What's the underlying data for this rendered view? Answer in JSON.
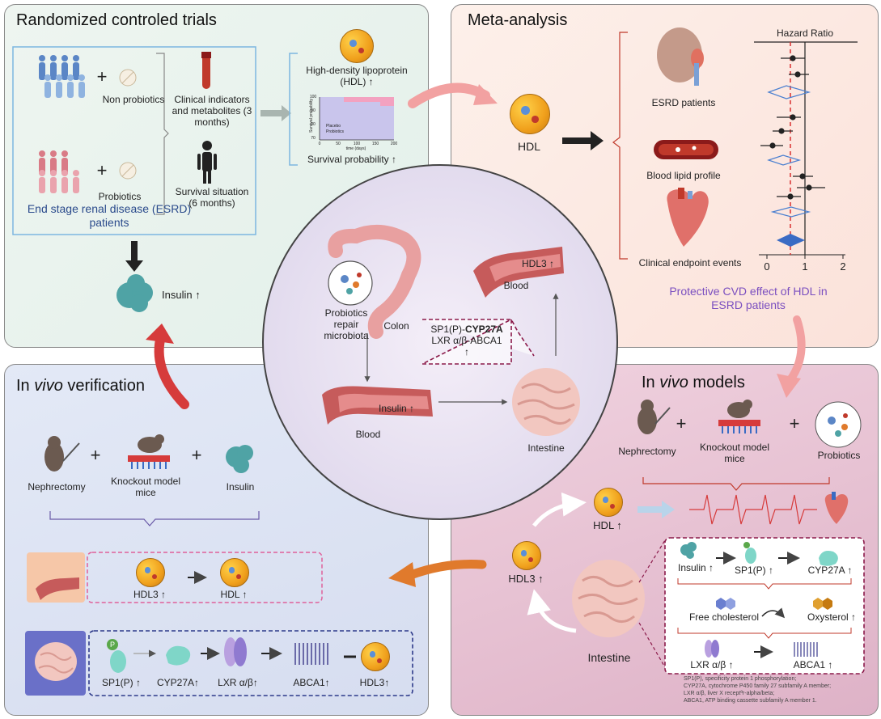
{
  "panels": {
    "rct_title": "Randomized controled trials",
    "meta_title": "Meta-analysis",
    "verification_title_pre": "In ",
    "verification_title_em": "vivo",
    "verification_title_post": " verification",
    "models_title_pre": "In ",
    "models_title_em": "vivo",
    "models_title_post": " models"
  },
  "rct": {
    "plus": "+",
    "non_probiotics": "Non probiotics",
    "probiotics": "Probiotics",
    "esrd_patients": "End stage renal disease (ESRD) patients",
    "clinical_indicators": "Clinical indicators and metabolites (3 months)",
    "survival_situation": "Survival situation (6 months)",
    "hdl_label": "High-density lipoprotein (HDL) ↑",
    "survival_probability": "Survival probability ↑",
    "insulin": "Insulin ↑",
    "km_ylabel": "Survival probability",
    "km_xlabel": "time (days)",
    "km_legend_placebo": "Placebo",
    "km_legend_probiotics": "Probiotics",
    "km_yticks": [
      "100",
      "90",
      "80",
      "70"
    ],
    "km_xticks": [
      "0",
      "50",
      "100",
      "150",
      "200"
    ]
  },
  "meta": {
    "hdl": "HDL",
    "esrd_patients": "ESRD patients",
    "blood_lipid": "Blood lipid profile",
    "clinical_endpoint": "Clinical endpoint events",
    "hazard_ratio": "Hazard Ratio",
    "axis_ticks": [
      "0",
      "1",
      "2"
    ],
    "protective": "Protective CVD effect of HDL in ESRD patients",
    "purple_color": "#7b4fc0"
  },
  "center": {
    "probiotics_repair": "Probiotics repair microbiota",
    "colon": "Colon",
    "blood_top": "Blood",
    "hdl3_up": "HDL3 ↑",
    "sp1": "SP1(P)-",
    "cyp27a": "CYP27A",
    "lxr": "LXR α/β-ABCA1",
    "up_arrow": "↑",
    "blood_bottom": "Blood",
    "insulin_up": "Insulin ↑",
    "intestine": "Intestine"
  },
  "verification": {
    "nephrectomy": "Nephrectomy",
    "knockout": "Knockout model mice",
    "insulin": "Insulin",
    "plus": "+",
    "hdl3": "HDL3 ↑",
    "hdl": "HDL ↑",
    "sp1": "SP1(P) ↑",
    "cyp27a": "CYP27A↑",
    "lxr": "LXR α/β↑",
    "abca1": "ABCA1↑",
    "hdl3b": "HDL3↑"
  },
  "models": {
    "nephrectomy": "Nephrectomy",
    "knockout": "Knockout model mice",
    "probiotics": "Probiotics",
    "plus": "+",
    "hdl": "HDL ↑",
    "hdl3": "HDL3 ↑",
    "intestine": "Intestine",
    "insulin": "Insulin ↑",
    "sp1": "SP1(P) ↑",
    "cyp27a": "CYP27A ↑",
    "free_cholesterol": "Free cholesterol",
    "oxysterol": "Oxysterol ↑",
    "lxr": "LXR α/β ↑",
    "abca1": "ABCA1 ↑",
    "footnote_1": "SP1(P), specificity protein 1 phosphorylation;",
    "footnote_2": "CYP27A, cytochrome P450 family 27 subfamily A member;",
    "footnote_3": "LXR α/β, liver X receptªr-alpha/beta;",
    "footnote_4": "ABCA1, ATP binding cassette subfamily A member 1."
  },
  "colors": {
    "rct_bg": "#e8f2ec",
    "meta_bg": "#fde9e1",
    "verification_bg": "#dbe3f3",
    "models_bg": "#e8c6d6",
    "circle_bg": "#ebe6f3",
    "red_arrow": "#d63b3b",
    "orange_arrow": "#e07a2c",
    "pink_arrow": "#f2a1a1"
  }
}
